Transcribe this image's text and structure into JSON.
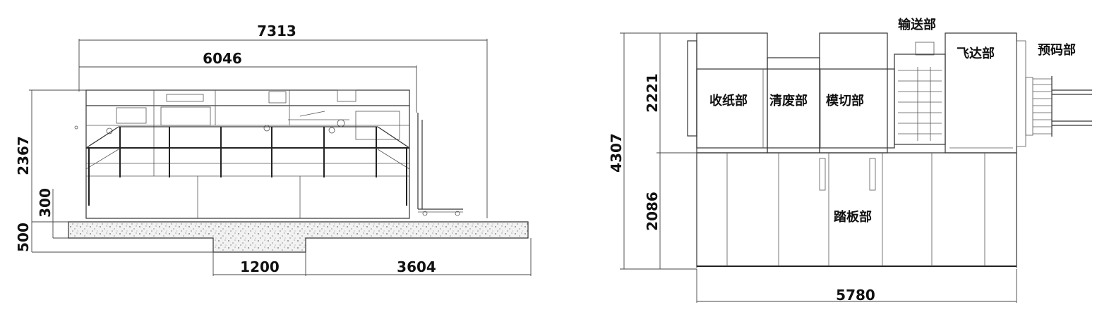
{
  "side_view": {
    "dims": {
      "total_length": "7313",
      "machine_length": "6046",
      "total_height": "2367",
      "pit_depth": "300",
      "foundation": "500",
      "pit_width": "1200",
      "floor_length": "3604"
    }
  },
  "top_view": {
    "dims": {
      "upper_width": "2221",
      "total_width": "4307",
      "lower_width": "2086",
      "length": "5780"
    },
    "sections": {
      "delivery": "收纸部",
      "stripping": "清废部",
      "die_cutting": "模切部",
      "conveyor": "输送部",
      "feeder": "飞达部",
      "pre_stack": "预码部",
      "platform": "踏板部"
    }
  },
  "colors": {
    "line": "#333333",
    "foundation_fill": "#eeeeee",
    "background": "#ffffff"
  }
}
